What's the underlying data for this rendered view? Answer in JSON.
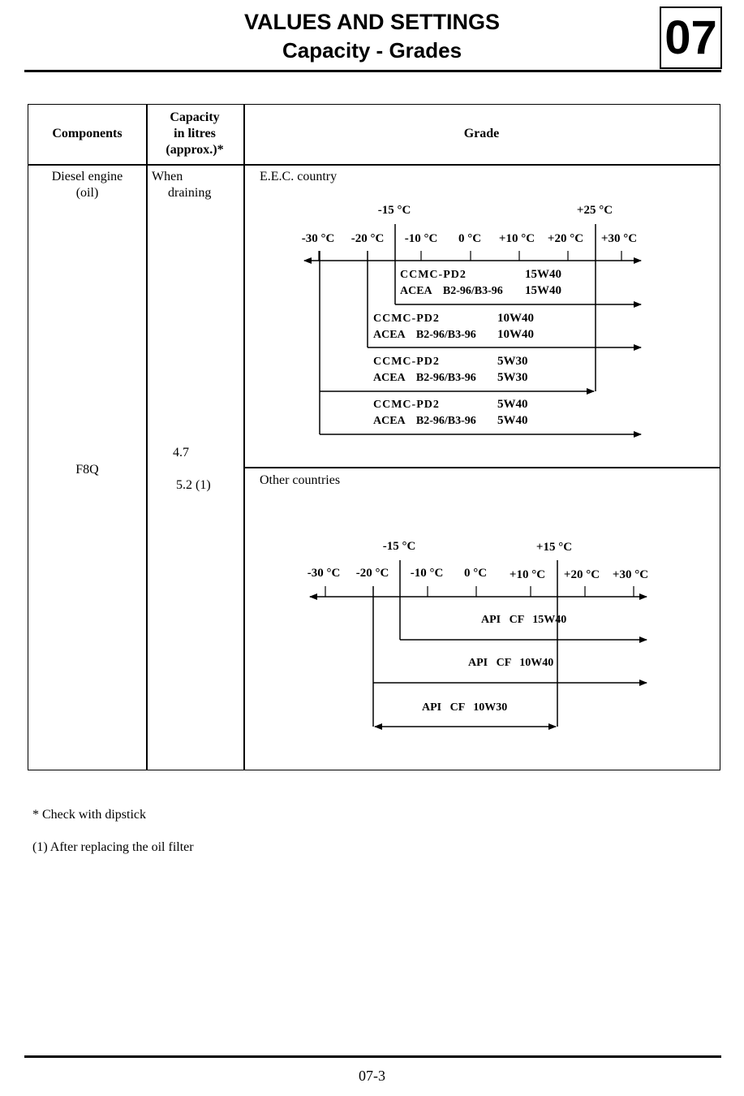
{
  "header": {
    "title": "VALUES AND SETTINGS",
    "subtitle": "Capacity - Grades",
    "section": "07"
  },
  "table": {
    "col_components": "Components",
    "col_capacity": [
      "Capacity",
      "in litres",
      "(approx.)*"
    ],
    "col_grade": "Grade",
    "component_lines": [
      "Diesel engine",
      "(oil)"
    ],
    "engine": "F8Q",
    "capacity_lines": [
      "When",
      "draining"
    ],
    "capacity_value1": "4.7",
    "capacity_value2": "5.2 (1)"
  },
  "eec": {
    "label": "E.E.C.  country",
    "top_labels": [
      "-15 °C",
      "+25 °C"
    ],
    "temps": [
      "-30 °C",
      "-20 °C",
      "-10 °C",
      "0 °C",
      "+10 °C",
      "+20 °C",
      "+30 °C"
    ],
    "grades": [
      {
        "spec1": "CCMC-PD2",
        "visc1": "15W40",
        "spec2": "ACEA    B2-96/B3-96",
        "visc2": "15W40"
      },
      {
        "spec1": "CCMC-PD2",
        "visc1": "10W40",
        "spec2": "ACEA    B2-96/B3-96",
        "visc2": "10W40"
      },
      {
        "spec1": "CCMC-PD2",
        "visc1": "5W30",
        "spec2": "ACEA    B2-96/B3-96",
        "visc2": "5W30"
      },
      {
        "spec1": "CCMC-PD2",
        "visc1": "5W40",
        "spec2": "ACEA    B2-96/B3-96",
        "visc2": "5W40"
      }
    ]
  },
  "other": {
    "label": "Other countries",
    "top_labels": [
      "-15 °C",
      "+15 °C"
    ],
    "temps": [
      "-30 °C",
      "-20 °C",
      "-10 °C",
      "0 °C",
      "+10 °C",
      "+20 °C",
      "+30 °C"
    ],
    "grades": [
      "API   CF   15W40",
      "API   CF   10W40",
      "API   CF   10W30"
    ]
  },
  "footnotes": [
    "* Check with dipstick",
    "(1) After replacing the oil filter"
  ],
  "page_number": "07-3"
}
